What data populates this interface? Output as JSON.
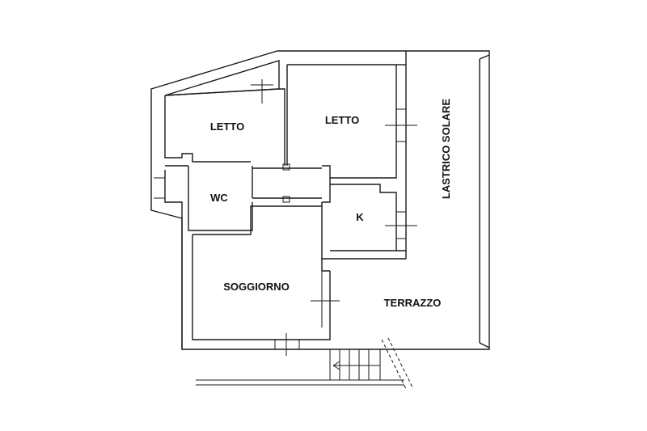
{
  "plan": {
    "rooms": [
      {
        "id": "letto-1",
        "label": "LETTO"
      },
      {
        "id": "letto-2",
        "label": "LETTO"
      },
      {
        "id": "wc",
        "label": "WC"
      },
      {
        "id": "k",
        "label": "K"
      },
      {
        "id": "soggiorno",
        "label": "SOGGIORNO"
      },
      {
        "id": "terrazzo",
        "label": "TERRAZZO"
      },
      {
        "id": "lastrico",
        "label": "LASTRICO SOLARE"
      }
    ],
    "colors": {
      "line": "#1a1a1a",
      "background": "#ffffff"
    }
  }
}
